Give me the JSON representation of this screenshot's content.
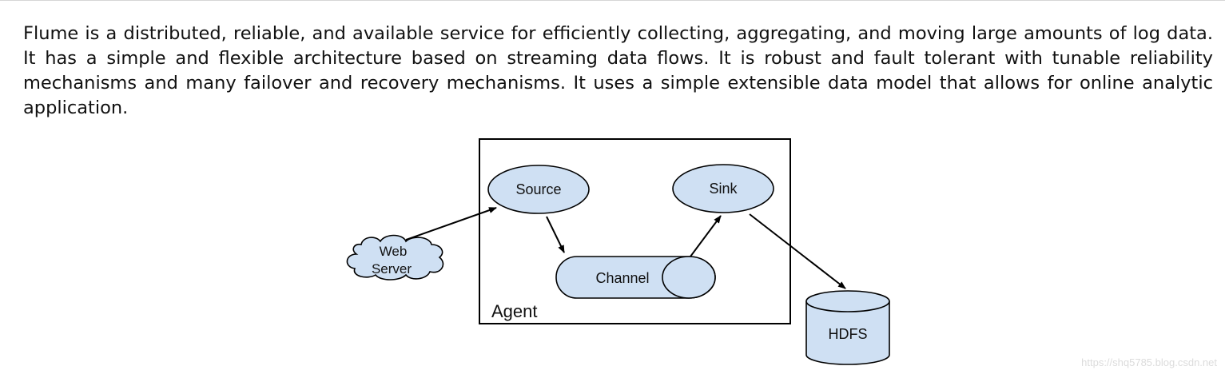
{
  "intro": {
    "text": "Flume is a distributed, reliable, and available service for efficiently collecting, aggregating, and moving large amounts of log data. It has a simple and flexible architecture based on streaming data flows. It is robust and fault tolerant with tunable reliability mechanisms and many failover and recovery mechanisms. It uses a simple extensible data model that allows for online analytic application."
  },
  "diagram": {
    "agent_label": "Agent",
    "source_label": "Source",
    "sink_label": "Sink",
    "channel_label": "Channel",
    "hdfs_label": "HDFS",
    "web_server_line1": "Web",
    "web_server_line2": "Server",
    "fill_color": "#cfe0f3",
    "stroke_color": "#000000"
  },
  "watermark": {
    "text": "https://shq5785.blog.csdn.net"
  }
}
